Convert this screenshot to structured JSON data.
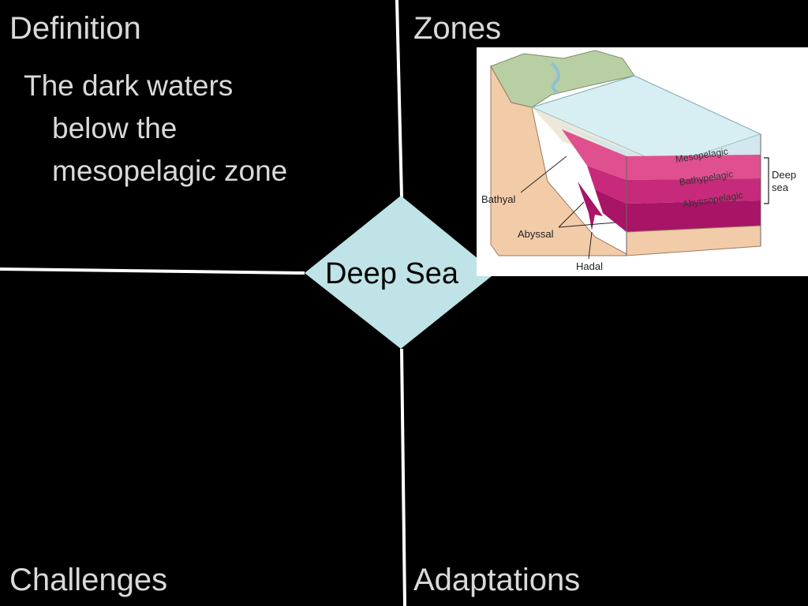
{
  "center_label": "Deep Sea",
  "quadrants": {
    "definition": {
      "title": "Definition",
      "text_line1": "The dark waters",
      "text_line2": "below the",
      "text_line3": "mesopelagic zone"
    },
    "zones": {
      "title": "Zones"
    },
    "challenges": {
      "title": "Challenges"
    },
    "adaptations": {
      "title": "Adaptations"
    }
  },
  "figure": {
    "zone_labels": {
      "mesopelagic": "Mesopelagic",
      "bathypelagic": "Bathypelagic",
      "abyssopelagic": "Abyssopelagic"
    },
    "bracket_label_line1": "Deep",
    "bracket_label_line2": "sea",
    "bottom_labels": {
      "bathyal": "Bathyal",
      "abyssal": "Abyssal",
      "hadal": "Hadal"
    }
  },
  "colors": {
    "background": "#000000",
    "text": "#d9d9d9",
    "diamond_fill": "#bfe3e6",
    "divider": "#ffffff",
    "mesopelagic": "#e0508f",
    "bathypelagic": "#c72a7a",
    "abyssopelagic": "#a81466"
  }
}
